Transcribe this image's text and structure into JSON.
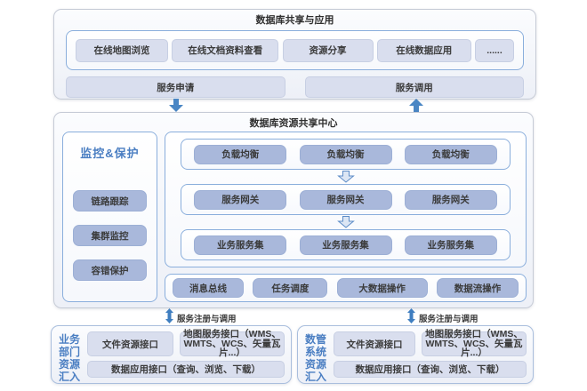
{
  "top": {
    "title": "数据库共享与应用",
    "apps": [
      "在线地图浏览",
      "在线文档资料查看",
      "资源分享",
      "在线数据应用",
      "......"
    ],
    "services": [
      "服务申请",
      "服务调用"
    ]
  },
  "center": {
    "title": "数据库资源共享中心",
    "monitor": {
      "title": "监控&保护",
      "items": [
        "链路跟踪",
        "集群监控",
        "容错保护"
      ]
    },
    "flow_rows": [
      [
        "负载均衡",
        "负载均衡",
        "负载均衡"
      ],
      [
        "服务网关",
        "服务网关",
        "服务网关"
      ],
      [
        "业务服务集",
        "业务服务集",
        "业务服务集"
      ]
    ],
    "infra": [
      "消息总线",
      "任务调度",
      "大数据操作",
      "数据流操作"
    ]
  },
  "register_label": "服务注册与调用",
  "bottom": [
    {
      "label": "业务部门资源汇入",
      "file_api": "文件资源接口",
      "map_api": "地图服务接口（WMS、WMTS、WCS、矢量瓦片...）",
      "data_api": "数据应用接口（查询、浏览、下载）"
    },
    {
      "label": "数管系统资源汇入",
      "file_api": "文件资源接口",
      "map_api": "地图服务接口（WMS、WMTS、WCS、矢量瓦片...）",
      "data_api": "数据应用接口（查询、浏览、下载）"
    }
  ],
  "colors": {
    "accent_blue_text": "#4a7ec2",
    "solid_arrow_blue": "#4a86c4",
    "double_arrow_blue": "#3f7ec0",
    "button_light_fill": "#d9deee",
    "button_dark_fill": "#a9b8db",
    "box_border_blue": "#8aaedc"
  }
}
